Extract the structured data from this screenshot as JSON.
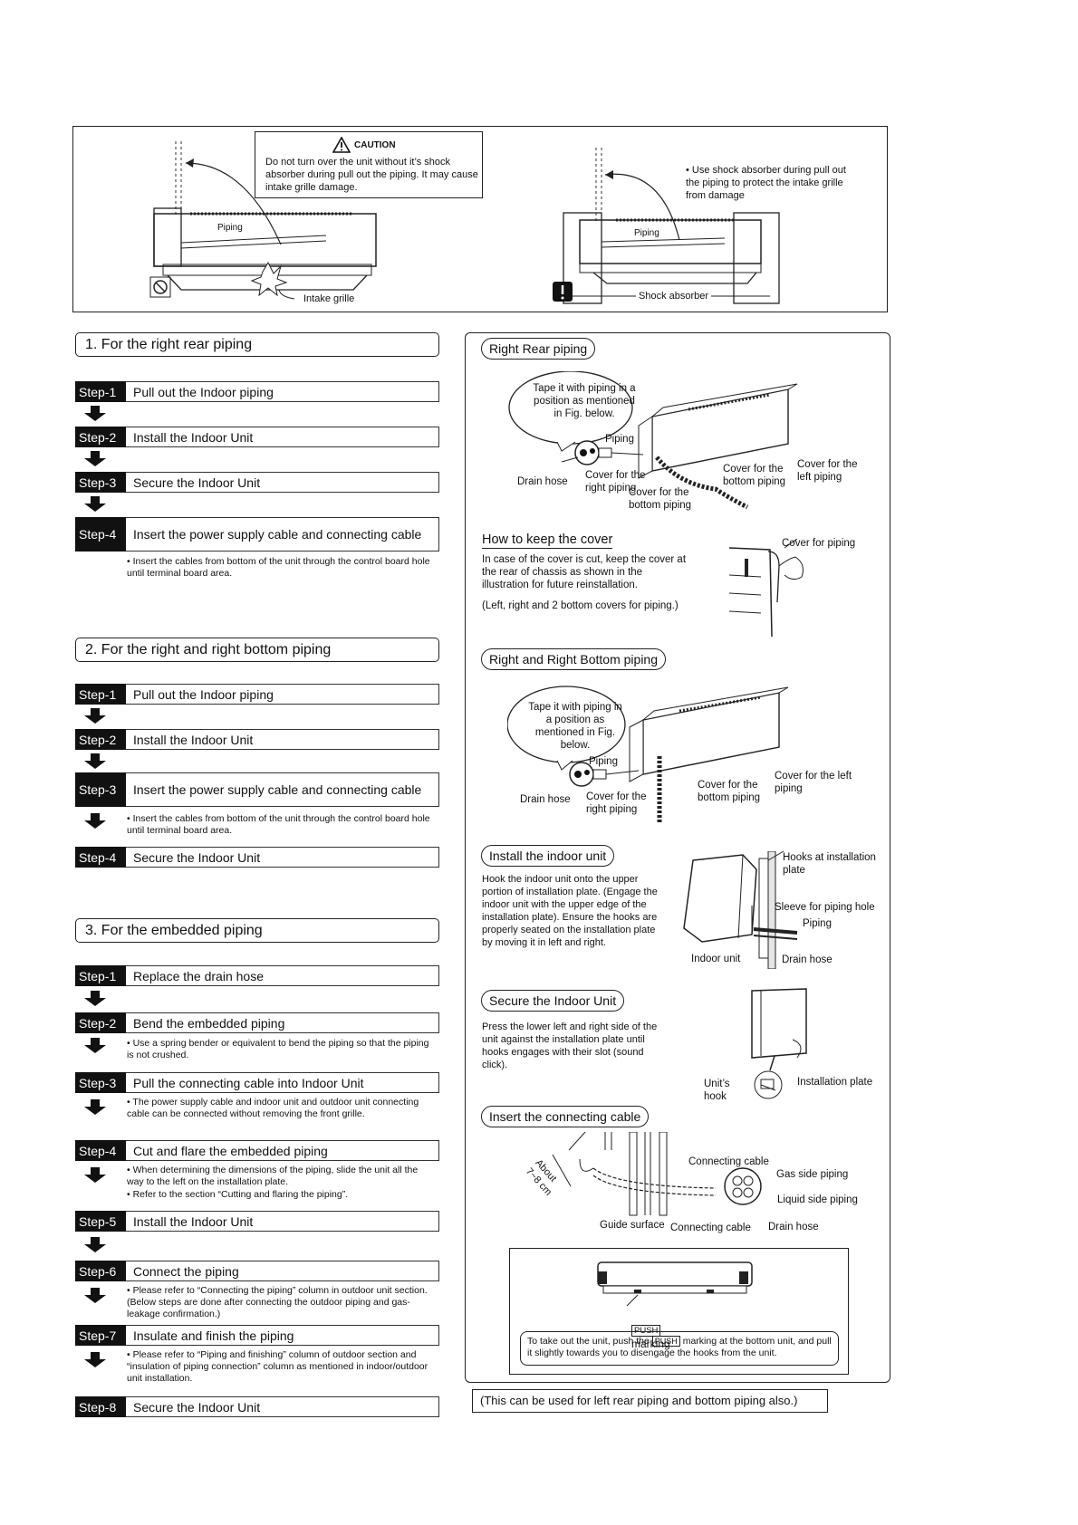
{
  "top": {
    "caution_title": "CAUTION",
    "caution_text": "Do not turn over the unit without it’s shock absorber during pull out the piping. It may cause intake grille damage.",
    "piping": "Piping",
    "intake_grille": "Intake grille",
    "shock_note": "Use shock absorber during pull out the piping to protect the intake grille from damage",
    "shock_absorber": "Shock absorber"
  },
  "s1": {
    "title": "1.  For the right rear piping",
    "steps": [
      {
        "label": "Step-1",
        "text": "Pull out the Indoor piping"
      },
      {
        "label": "Step-2",
        "text": "Install the Indoor Unit"
      },
      {
        "label": "Step-3",
        "text": "Secure the Indoor Unit"
      },
      {
        "label": "Step-4",
        "text": "Insert the power supply cable and connecting cable"
      }
    ],
    "note4": "Insert the cables from bottom of the unit through the control board hole until terminal board area."
  },
  "s2": {
    "title": "2.  For the right and right bottom piping",
    "steps": [
      {
        "label": "Step-1",
        "text": "Pull out the Indoor piping"
      },
      {
        "label": "Step-2",
        "text": "Install the Indoor Unit"
      },
      {
        "label": "Step-3",
        "text": "Insert the power supply cable and connecting cable"
      },
      {
        "label": "Step-4",
        "text": "Secure the Indoor Unit"
      }
    ],
    "note3": "Insert the cables from bottom of the unit through the control board hole until terminal board area."
  },
  "s3": {
    "title": "3.  For the embedded piping",
    "steps": [
      {
        "label": "Step-1",
        "text": "Replace the drain hose"
      },
      {
        "label": "Step-2",
        "text": "Bend the embedded piping"
      },
      {
        "label": "Step-3",
        "text": "Pull the connecting cable into Indoor Unit"
      },
      {
        "label": "Step-4",
        "text": "Cut and flare the embedded piping"
      },
      {
        "label": "Step-5",
        "text": "Install the Indoor Unit"
      },
      {
        "label": "Step-6",
        "text": "Connect the piping"
      },
      {
        "label": "Step-7",
        "text": "Insulate and finish the piping"
      },
      {
        "label": "Step-8",
        "text": "Secure the Indoor Unit"
      }
    ],
    "note2": "Use a spring bender or equivalent to bend the piping so that the piping is not crushed.",
    "note3": "The power supply cable and indoor unit and outdoor unit connecting cable can be connected without removing the front grille.",
    "note4a": "When determining the dimensions of the piping, slide the unit all the way to the left on the installation plate.",
    "note4b": "Refer to the section “Cutting and flaring the piping”.",
    "note6": "Please refer to “Connecting the piping” column in outdoor unit section. (Below steps are done after connecting the outdoor piping and gas-leakage confirmation.)",
    "note7": "Please refer to “Piping and finishing” column of outdoor section and “insulation of piping connection” column as mentioned in indoor/outdoor unit installation."
  },
  "right": {
    "rr_title": "Right Rear piping",
    "rr_tape": "Tape it with piping in a position as mentioned in Fig. below.",
    "rr_piping": "Piping",
    "rr_drain": "Drain hose",
    "rr_cover_right": "Cover for the right piping",
    "rr_cover_bottom1": "Cover for the bottom piping",
    "rr_cover_bottom2": "Cover for the bottom piping",
    "rr_cover_left": "Cover for the left piping",
    "keep_title": "How to keep the cover",
    "keep_text": "In case of the cover is cut, keep the cover at the rear of chassis as shown in the illustration for future reinstallation.",
    "keep_text2": "(Left, right and 2 bottom covers for piping.)",
    "cover_piping": "Cover for piping",
    "rrb_title": "Right and Right Bottom piping",
    "rrb_tape": "Tape it with piping in a position as mentioned in Fig. below.",
    "rrb_piping": "Piping",
    "rrb_drain": "Drain hose",
    "rrb_cover_right": "Cover for the right piping",
    "rrb_cover_bottom": "Cover for the bottom piping",
    "rrb_cover_left": "Cover for the left piping",
    "inst_title": "Install the indoor unit",
    "inst_text": "Hook the indoor unit onto the upper portion of installation plate. (Engage the indoor unit with the upper edge of the installation plate). Ensure the hooks are properly seated on the installation plate by moving it in left and right.",
    "inst_hooks": "Hooks at installation plate",
    "inst_sleeve": "Sleeve for  piping hole",
    "inst_piping": "Piping",
    "inst_indoor": "Indoor unit",
    "inst_drain": "Drain hose",
    "sec_title": "Secure the Indoor Unit",
    "sec_text": "Press the lower left and right side of the unit against the installation plate until hooks engages with their slot (sound click).",
    "sec_hook": "Unit’s hook",
    "sec_plate": "Installation plate",
    "ins_title": "Insert the connecting cable",
    "ins_about": "About 7~8 cm",
    "ins_conn1": "Connecting cable",
    "ins_gas": "Gas side piping",
    "ins_liquid": "Liquid side piping",
    "ins_guide": "Guide surface",
    "ins_conn2": "Connecting cable",
    "ins_drain": "Drain hose",
    "push": "PUSH",
    "marking": "marking",
    "push_text1": "To take out the unit, push the",
    "push_text2": "marking at the bottom unit, and pull it slightly towards you to disengage the hooks from the unit.",
    "footer": "(This can be used for left rear piping and bottom piping also.)"
  }
}
